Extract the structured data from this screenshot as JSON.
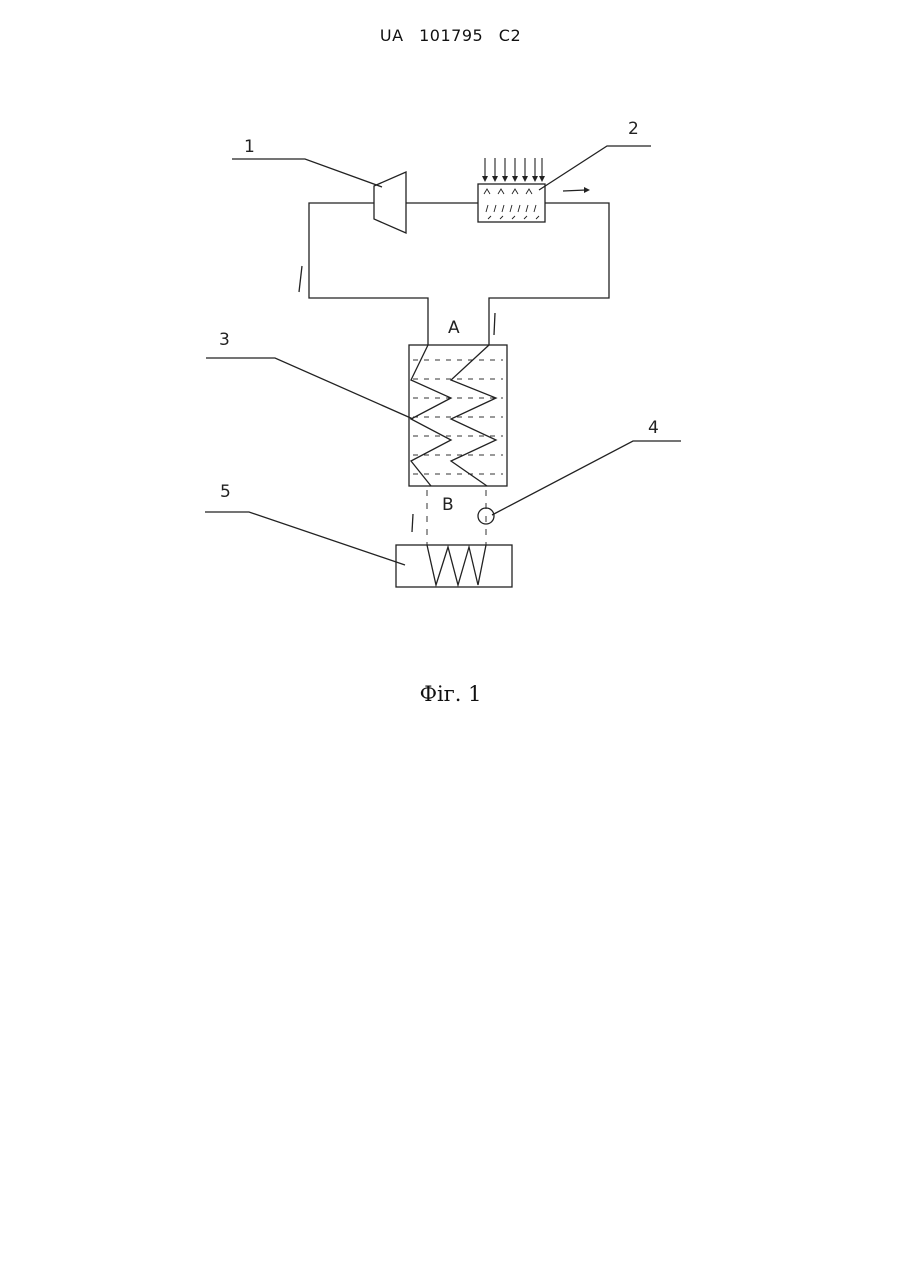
{
  "header": {
    "text": "UA 101795 C2"
  },
  "figure": {
    "labels": {
      "l1": "1",
      "l2": "2",
      "l3": "3",
      "l4": "4",
      "l5": "5",
      "a": "A",
      "b": "B"
    },
    "caption": "Фіг. 1"
  }
}
